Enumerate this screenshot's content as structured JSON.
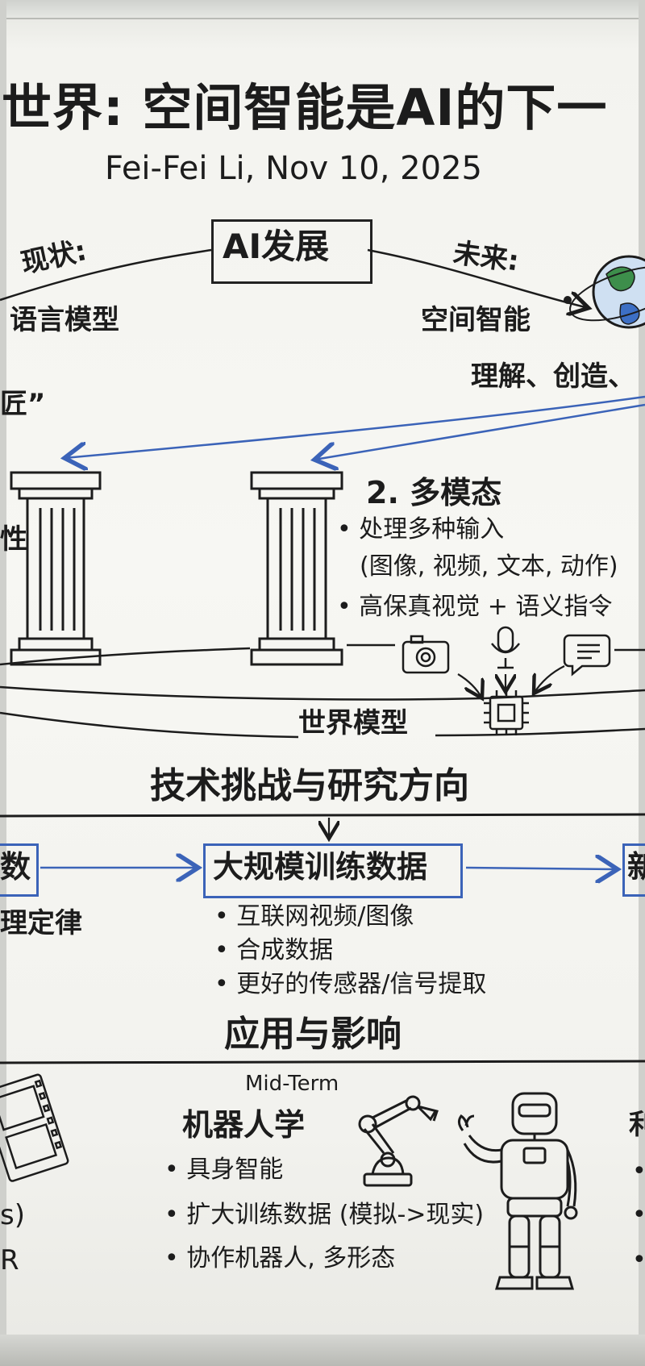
{
  "header": {
    "title": "世界: 空间智能是AI的下一",
    "byline": "Fei-Fei Li, Nov 10, 2025"
  },
  "top": {
    "center_box": "AI发展",
    "left_label": "现状:",
    "left_value": "语言模型",
    "left_fragment": "匠”",
    "right_label": "未来:",
    "right_value": "空间智能",
    "right_sub": "理解、创造、"
  },
  "pillars": {
    "left_fragment": "性",
    "multimodal": {
      "title": "2. 多模态",
      "items": [
        "• 处理多种输入",
        "(图像, 视频, 文本, 动作)",
        "• 高保真视觉 + 语义指令"
      ]
    },
    "world_model": "世界模型",
    "icons": [
      "camera-icon",
      "microphone-icon",
      "chat-icon",
      "chip-icon"
    ]
  },
  "tech": {
    "title": "技术挑战与研究方向",
    "left_box_fragment": "数",
    "left_sub_fragment": "理定律",
    "center_box": "大规模训练数据",
    "right_box_fragment": "新",
    "items": [
      "• 互联网视频/图像",
      "• 合成数据",
      "• 更好的传感器/信号提取"
    ]
  },
  "apps": {
    "title": "应用与影响",
    "midterm_label": "Mid-Term",
    "robotics_title": "机器人学",
    "items": [
      "• 具身智能",
      "• 扩大训练数据 (模拟->现实)",
      "• 协作机器人, 多形态"
    ],
    "left_fragments": [
      "s)",
      "R"
    ],
    "right_fragment": "利",
    "right_bullets": [
      "•",
      "•",
      "•"
    ]
  },
  "colors": {
    "ink": "#1c1c1c",
    "blue": "#3b63b8",
    "board": "#f5f5f1"
  }
}
